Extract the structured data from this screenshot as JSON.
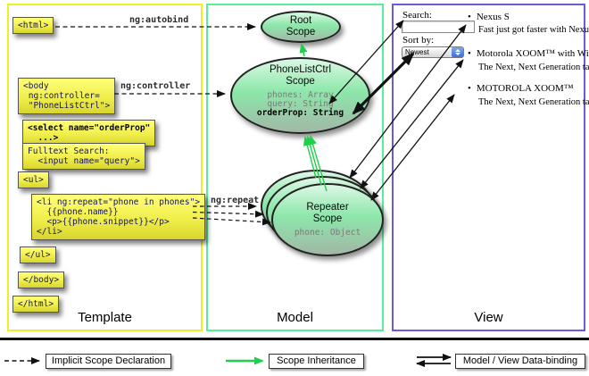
{
  "columns": {
    "template": {
      "label": "Template"
    },
    "model": {
      "label": "Model"
    },
    "view": {
      "label": "View"
    }
  },
  "template_code": {
    "html_open": "<html>",
    "body_open": "<body\n ng:controller=\n \"PhoneListCtrl\">",
    "select_code": "<select name=\"orderProp\"\n  ...>",
    "fulltext_code": "Fulltext Search:\n  <input name=\"query\">",
    "ul_open": "<ul>",
    "li_code": "<li ng:repeat=\"phone in phones\">\n  {{phone.name}}\n  <p>{{phone.snippet}}</p>\n</li>",
    "ul_close": "</ul>",
    "body_close": "</body>",
    "html_close": "</html>"
  },
  "annotations": {
    "autobind": "ng:autobind",
    "controller": "ng:controller",
    "repeat": "ng:repeat"
  },
  "scopes": {
    "root": {
      "title": "Root\nScope"
    },
    "phonelist": {
      "title": "PhoneListCtrl\nScope",
      "prop1": "phones: Array",
      "prop2": "query: String",
      "prop3": "orderProp: String"
    },
    "repeater": {
      "title": "Repeater\nScope",
      "prop": "phone: Object"
    }
  },
  "view": {
    "search_label": "Search:",
    "search_value": "",
    "sort_label": "Sort by:",
    "sort_value": "Newest",
    "bullet": "•",
    "items": [
      {
        "title": "Nexus S",
        "desc": "Fast just got faster with Nexus S."
      },
      {
        "title": "Motorola XOOM™ with Wi-Fi",
        "desc": "The Next, Next Generation tablet."
      },
      {
        "title": "MOTOROLA XOOM™",
        "desc": "The Next, Next Generation tablet."
      }
    ]
  },
  "legend": {
    "implicit": "Implicit Scope Declaration",
    "inheritance": "Scope Inheritance",
    "binding": "Model / View Data-binding"
  },
  "colors": {
    "template_border": "#f0ee28",
    "model_border": "#58ef9c",
    "view_border": "#6a5cd8",
    "scope_green": "#21d04a",
    "code_box_yellow": "#f0ee4a"
  }
}
